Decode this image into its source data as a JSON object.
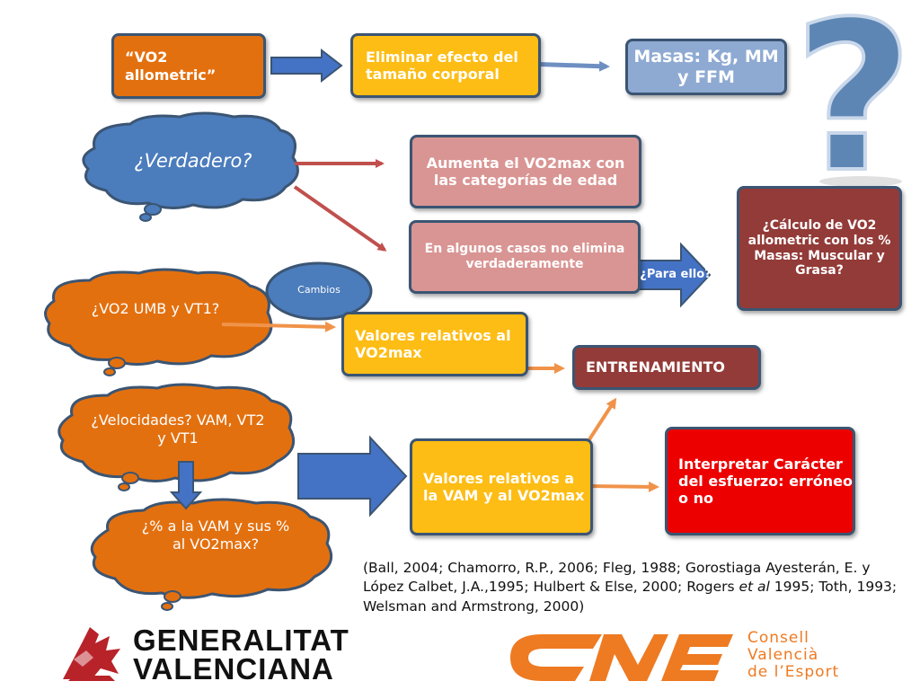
{
  "boxes": {
    "vo2_allometric": "“VO2 allometric”",
    "eliminar": "Eliminar efecto del tamaño corporal",
    "masas": "Masas: Kg, MM y FFM",
    "aumenta": "Aumenta el VO2max con las categorías de edad",
    "en_algunos": "En algunos casos no elimina verdaderamente",
    "para_ello": "¿Para ello?",
    "calculo": "¿Cálculo de VO2 allometric con los % Masas: Muscular y Grasa?",
    "valores_vo2max": "Valores relativos al VO2max",
    "entrenamiento": "ENTRENAMIENTO",
    "valores_vam": "Valores relativos a la VAM y al VO2max",
    "interpretar": "Interpretar Carácter del esfuerzo: erróneo o no"
  },
  "clouds": {
    "verdadero": "¿Verdadero?",
    "vo2_umb": "¿VO2 UMB y VT1?",
    "velocidades": "¿Velocidades? VAM, VT2 y VT1",
    "porcentaje": "¿% a la VAM y sus % al VO2max?"
  },
  "ellipse": {
    "cambios": "Cambios"
  },
  "citation": {
    "part1": "(Ball, 2004; Chamorro, R.P., 2006; Fleg, 1988; Gorostiaga Ayesterán, E. y López Calbet, J.A.,1995; Hulbert & Else, 2000; Rogers ",
    "et_al": "et al",
    "part2": " 1995; Toth, 1993; Welsman and Armstrong, 2000)"
  },
  "logos": {
    "gv_line1": "GENERALITAT",
    "gv_line2": "VALENCIANA",
    "cve_mark": "CVE",
    "cve_line1": "Consell",
    "cve_line2": "Valencià",
    "cve_line3": "de l’Esport"
  },
  "colors": {
    "orange": "#e3700f",
    "yellow": "#fdbd14",
    "steel_blue": "#8eaad2",
    "pink": "#d99593",
    "maroon": "#933b38",
    "red": "#ed0000",
    "cloud_blue": "#4b7cbc",
    "border": "#3b5573",
    "question_mark": "#5d86b5",
    "cve_orange": "#ee7a22"
  }
}
